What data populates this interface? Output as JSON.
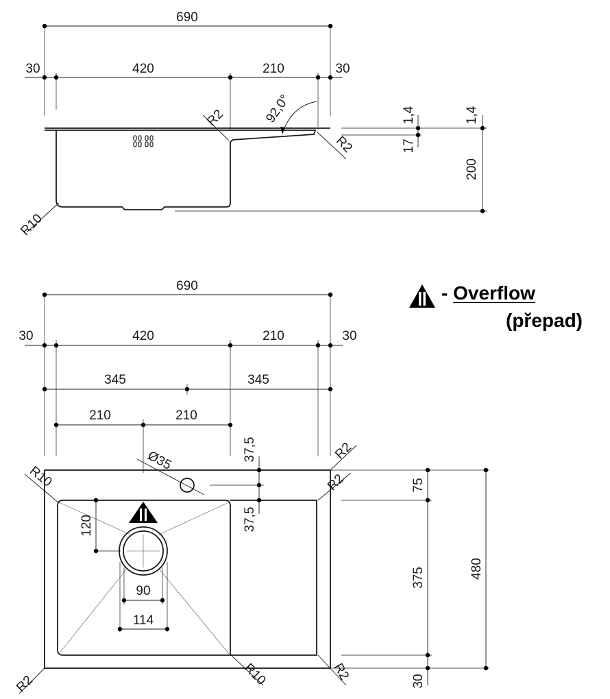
{
  "side_view": {
    "total_width": "690",
    "left_margin": "30",
    "bowl_width": "420",
    "drainer_width": "210",
    "right_margin": "30",
    "angle": "92,0°",
    "radius_top": "R2",
    "radius_right": "R2",
    "radius_bottom": "R10",
    "thickness_a": "1,4",
    "thickness_b": "1,4",
    "drainer_depth": "17",
    "depth": "200"
  },
  "top_view": {
    "total_width": "690",
    "left_margin": "30",
    "bowl_width": "420",
    "drainer_width": "210",
    "right_margin": "30",
    "half_left": "345",
    "half_right": "345",
    "overflow_offset_left": "210",
    "overflow_offset_right": "210",
    "overflow_y_top": "37,5",
    "overflow_y_bottom": "37,5",
    "tap_hole": "Ø35",
    "radius_outer_top_right": "R2",
    "radius_inner_top_right": "R2",
    "radius_bowl_top_left": "R10",
    "radius_bowl_bottom_right": "R10",
    "radius_outer_bottom_left": "R2",
    "radius_outer_bottom_right": "R2",
    "drain_offset": "120",
    "drain_inner": "90",
    "drain_outer": "114",
    "front_margin": "75",
    "bowl_length": "375",
    "back_margin": "30",
    "total_length": "480"
  },
  "legend": {
    "separator": "-",
    "label": "Overflow",
    "translation": "(přepad)",
    "icon": "warning-triangle-icon",
    "icon_color": "#000000"
  }
}
